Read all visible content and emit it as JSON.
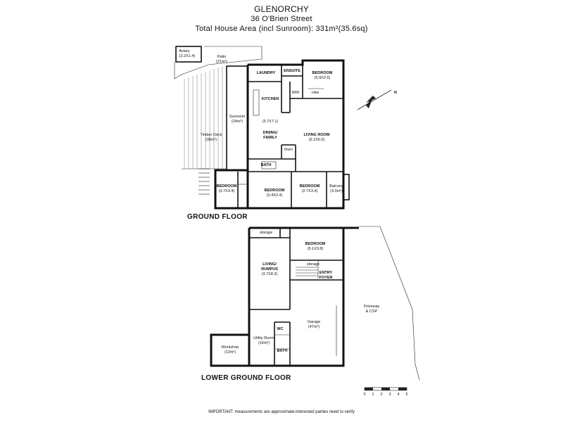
{
  "header": {
    "title": "GLENORCHY",
    "address": "36 O'Brien Street",
    "area": "Total House Area (incl Sunroom): 331m²(35.6sq)"
  },
  "ground_floor": {
    "title": "GROUND FLOOR",
    "rooms": {
      "aviary": "Aviary",
      "aviary_size": "(2.2X1.4)",
      "patio": "Patio",
      "patio_size": "(21m²)",
      "laundry": "LAUNDRY",
      "ensuite": "ENSUITE",
      "bedroom_main": "BEDROOM",
      "bedroom_main_size": "(5.9X2.6)",
      "wir": "WIR",
      "robe": "robe",
      "kitchen": "KITCHEN",
      "kitchen_size": "(3.7X7.1)",
      "dining": "DINING/",
      "dining_2": "FAMILY",
      "living": "LIVING ROOM",
      "living_size": "(5.1X6.5)",
      "sunroom": "Sunroom",
      "sunroom_size": "(24m²)",
      "timber_deck": "Timber Deck",
      "timber_deck_size": "(38m²)",
      "linen": "linen",
      "bath": "BATH",
      "bedroom_1": "BEDROOM",
      "bedroom_1_size": "(3.7X3.4)",
      "bedroom_2": "BEDROOM",
      "bedroom_2_size": "(3.4X2.4)",
      "bedroom_3": "BEDROOM",
      "bedroom_3_size": "(2.7X3.4)",
      "balcony": "Balcony",
      "balcony_size": "(4.3m²)"
    }
  },
  "lower_floor": {
    "title": "LOWER GROUND FLOOR",
    "rooms": {
      "storage_1": "storage",
      "bedroom": "BEDROOM",
      "bedroom_size": "(5.1X3.8)",
      "living": "LIVING/",
      "living_2": "RUMPUS",
      "living_size": "(3.7X8.3)",
      "storage_2": "storage",
      "entry": "ENTRY",
      "entry_2": "FOYER",
      "garage": "Garage",
      "garage_size": "(47m²)",
      "utility": "Utility Room",
      "utility_size": "(16m²)",
      "wc": "WC",
      "bath": "BATH",
      "workshop": "Workshop",
      "workshop_size": "(13m²)",
      "driveway": "Driveway",
      "driveway_2": "& CSP"
    }
  },
  "scale_bar": {
    "ticks": [
      "0",
      "1",
      "2",
      "3",
      "4",
      "5"
    ]
  },
  "compass": {
    "label": "N"
  },
  "footer": {
    "note": "IMPORTANT: measurements are approximate-interested parties need to verify"
  }
}
